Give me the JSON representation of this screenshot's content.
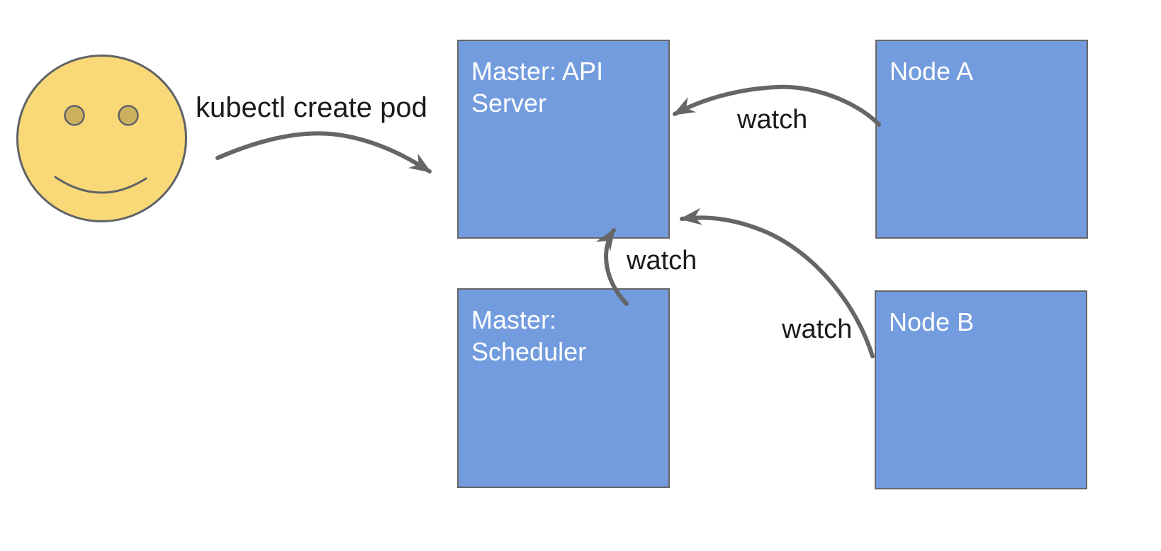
{
  "diagram": {
    "description": "Kubernetes control flow diagram: user issues kubectl create pod to the API Server; Scheduler, Node A and Node B watch the API Server",
    "background_color": "#ffffff",
    "actor": {
      "icon": "smiley-face",
      "face_fill": "#F9D877",
      "eye_fill": "#CDB05E",
      "outline_color": "#5F6368"
    },
    "nodes": [
      {
        "id": "master-api-server",
        "label": "Master: API Server"
      },
      {
        "id": "master-scheduler",
        "label": "Master: Scheduler"
      },
      {
        "id": "node-a",
        "label": "Node A"
      },
      {
        "id": "node-b",
        "label": "Node B"
      }
    ],
    "node_style": {
      "fill": "#739CDE",
      "border_color": "#666666",
      "text_color": "#ffffff"
    },
    "edges": [
      {
        "from": "user",
        "to": "master-api-server",
        "label": "kubectl create pod"
      },
      {
        "from": "node-a",
        "to": "master-api-server",
        "label": "watch"
      },
      {
        "from": "master-scheduler",
        "to": "master-api-server",
        "label": "watch"
      },
      {
        "from": "node-b",
        "to": "master-api-server",
        "label": "watch"
      }
    ],
    "edge_color": "#666666",
    "label_color": "#1a1a1a"
  }
}
